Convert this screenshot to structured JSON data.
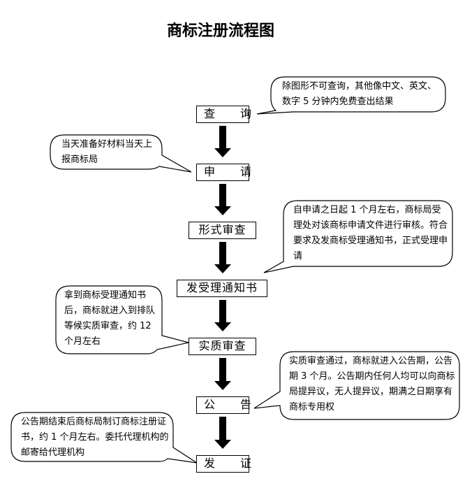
{
  "title": "商标注册流程图",
  "steps": [
    {
      "label": "查　询"
    },
    {
      "label": "申　请"
    },
    {
      "label": "形式审查"
    },
    {
      "label": "发受理通知书"
    },
    {
      "label": "实质审查"
    },
    {
      "label": "公　告"
    },
    {
      "label": "发　证"
    }
  ],
  "notes": [
    {
      "text": "除图形不可查询，其他像中文、英文、数字 5 分钟内免费查出结果"
    },
    {
      "text": "当天准备好材料当天上报商标局"
    },
    {
      "text": "自申请之日起 1 个月左右，商标局受理处对该商标申请文件进行审核。符合要求及发商标受理通知书，正式受理申请"
    },
    {
      "text": "拿到商标受理通知书后，商标就进入到排队等候实质审查，约 12 个月左右"
    },
    {
      "text": "实质审查通过，商标就进入公告期，公告期 3 个月。公告期内任何人均可以向商标局提异议，无人提异议，期满之日期享有商标专用权"
    },
    {
      "text": "公告期结束后商标局制订商标注册证书，约 1 个月左右。委托代理机构的邮寄给代理机构"
    }
  ]
}
